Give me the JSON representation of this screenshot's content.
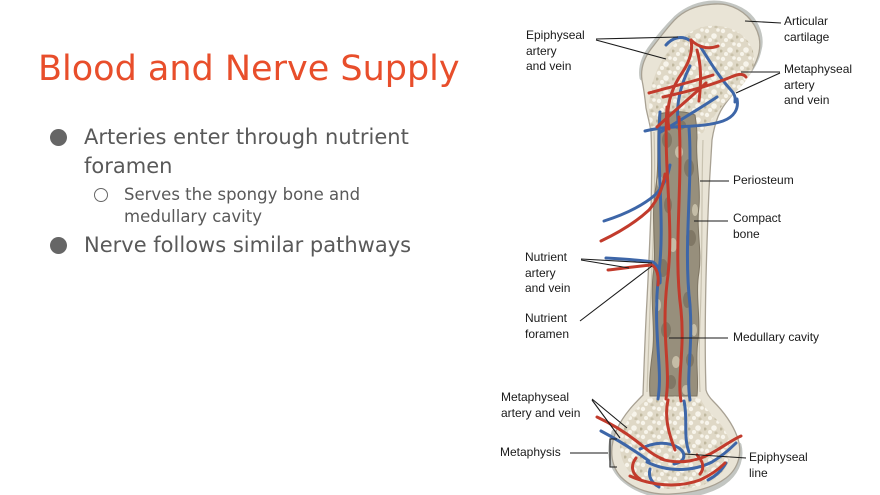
{
  "slide": {
    "title": "Blood and Nerve Supply",
    "bullets": [
      {
        "text": "Arteries enter through nutrient foramen"
      },
      {
        "text": "Serves the spongy bone and medullary cavity"
      },
      {
        "text": "Nerve follows similar pathways"
      }
    ]
  },
  "figure": {
    "labels": {
      "epiphyseal_artery_vein": "Epiphyseal\nartery\nand vein",
      "articular_cartilage": "Articular\ncartilage",
      "metaphyseal_artery_vein_top": "Metaphyseal\nartery\nand vein",
      "periosteum": "Periosteum",
      "compact_bone": "Compact\nbone",
      "nutrient_artery_vein": "Nutrient\nartery\nand vein",
      "nutrient_foramen": "Nutrient\nforamen",
      "medullary_cavity": "Medullary cavity",
      "metaphyseal_artery_vein_bottom": "Metaphyseal\nartery and vein",
      "metaphysis": "Metaphysis",
      "epiphyseal_line": "Epiphyseal\nline"
    }
  },
  "colors": {
    "title": "#E84E2B",
    "body_text": "#595959",
    "bullet_marker": "#666666",
    "label_text": "#1A1A1A",
    "leader_line": "#1A1A1A",
    "artery": "#C23B2C",
    "vein": "#3D66A8",
    "bone": "#E9E4D6",
    "bone_outline": "#A8A193",
    "cartilage": "#C3C6C2",
    "spongy": "#DFD8C6",
    "medullary": "#978F7C",
    "background": "#FFFFFF"
  }
}
